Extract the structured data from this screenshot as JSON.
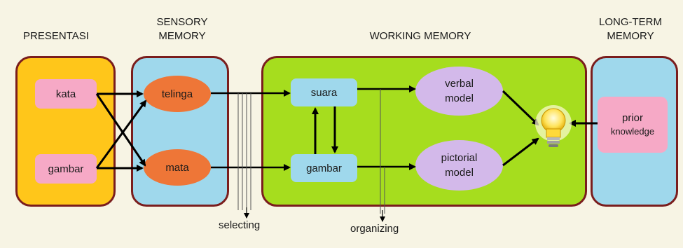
{
  "headers": {
    "presentasi": "PRESENTASI",
    "sensory_1": "SENSORY",
    "sensory_2": "MEMORY",
    "working": "WORKING MEMORY",
    "longterm_1": "LONG-TERM",
    "longterm_2": "MEMORY"
  },
  "nodes": {
    "kata": "kata",
    "gambar_input": "gambar",
    "telinga": "telinga",
    "mata": "mata",
    "suara": "suara",
    "gambar_working": "gambar",
    "verbal_1": "verbal",
    "verbal_2": "model",
    "pictorial_1": "pictorial",
    "pictorial_2": "model",
    "prior_1": "prior",
    "prior_2": "knowledge"
  },
  "captions": {
    "selecting": "selecting",
    "organizing": "organizing"
  },
  "colors": {
    "background": "#f7f4e4",
    "presentasi_panel": "#ffc61a",
    "sensory_panel": "#9fd8ec",
    "working_panel": "#a6dd1e",
    "longterm_panel": "#9fd8ec",
    "panel_border": "#7a1d1d",
    "word_box": "#f6a9c6",
    "sense_ellipse": "#ee7637",
    "working_box": "#9fd8ec",
    "model_ellipse": "#d3b9ea",
    "bulb": "#ffe35a"
  },
  "icons": {
    "integration": "lightbulb-icon"
  }
}
